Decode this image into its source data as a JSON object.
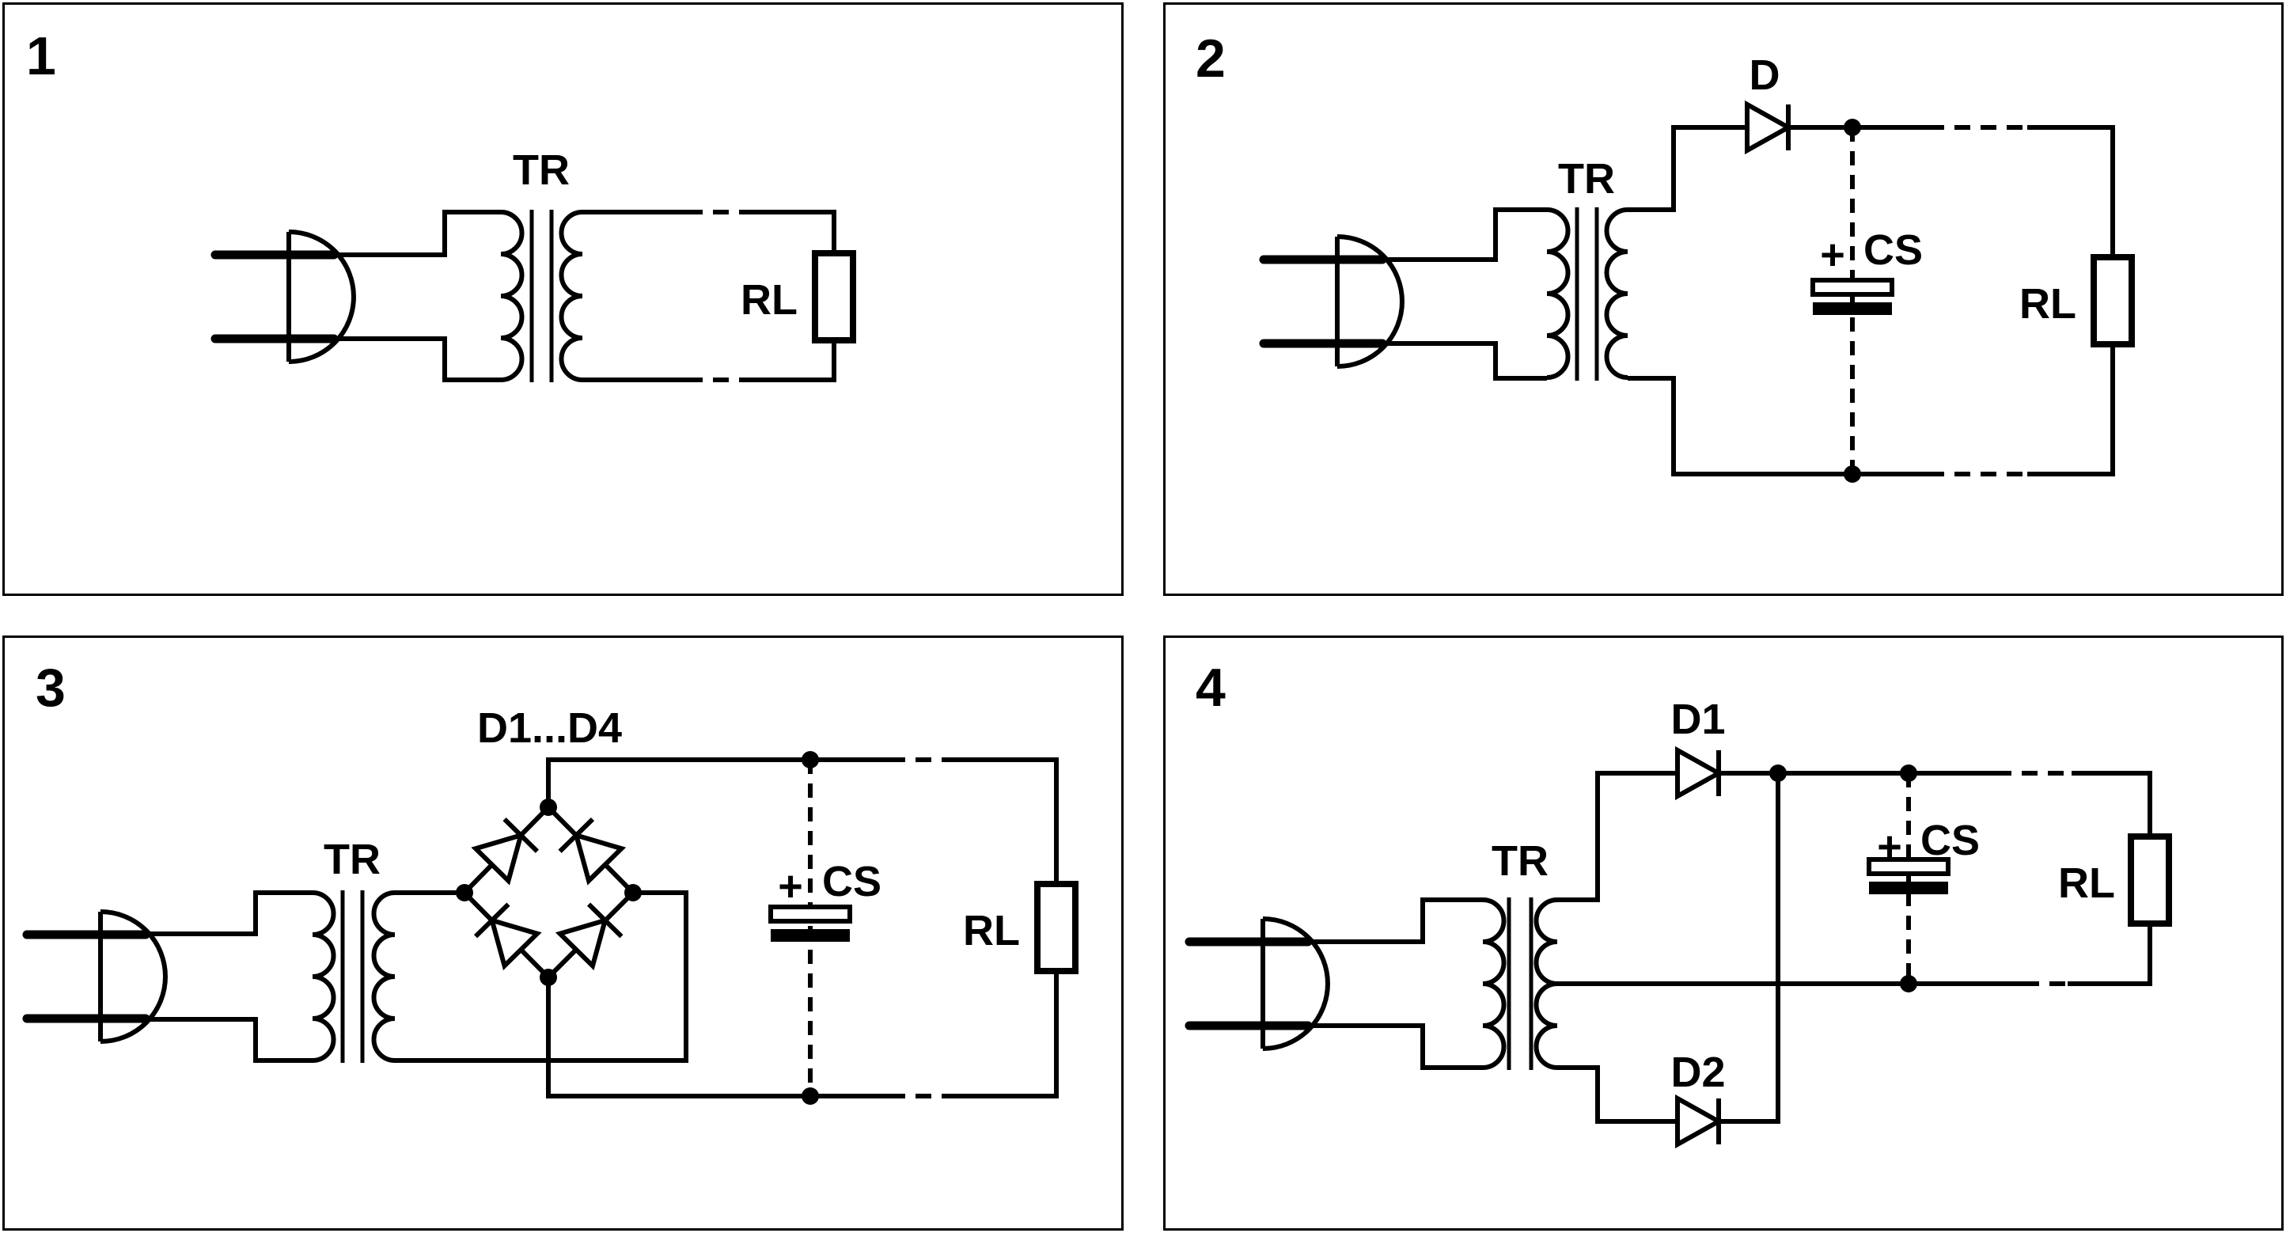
{
  "colors": {
    "ink": "#000000",
    "paper": "#ffffff"
  },
  "panels": [
    {
      "number": "1",
      "transformer_label": "TR",
      "load_label": "RL"
    },
    {
      "number": "2",
      "transformer_label": "TR",
      "diode_label": "D",
      "capacitor_label": "CS",
      "capacitor_polarity": "+",
      "load_label": "RL"
    },
    {
      "number": "3",
      "transformer_label": "TR",
      "bridge_label": "D1...D4",
      "capacitor_label": "CS",
      "capacitor_polarity": "+",
      "load_label": "RL"
    },
    {
      "number": "4",
      "transformer_label": "TR",
      "diode1_label": "D1",
      "diode2_label": "D2",
      "capacitor_label": "CS",
      "capacitor_polarity": "+",
      "load_label": "RL"
    }
  ]
}
